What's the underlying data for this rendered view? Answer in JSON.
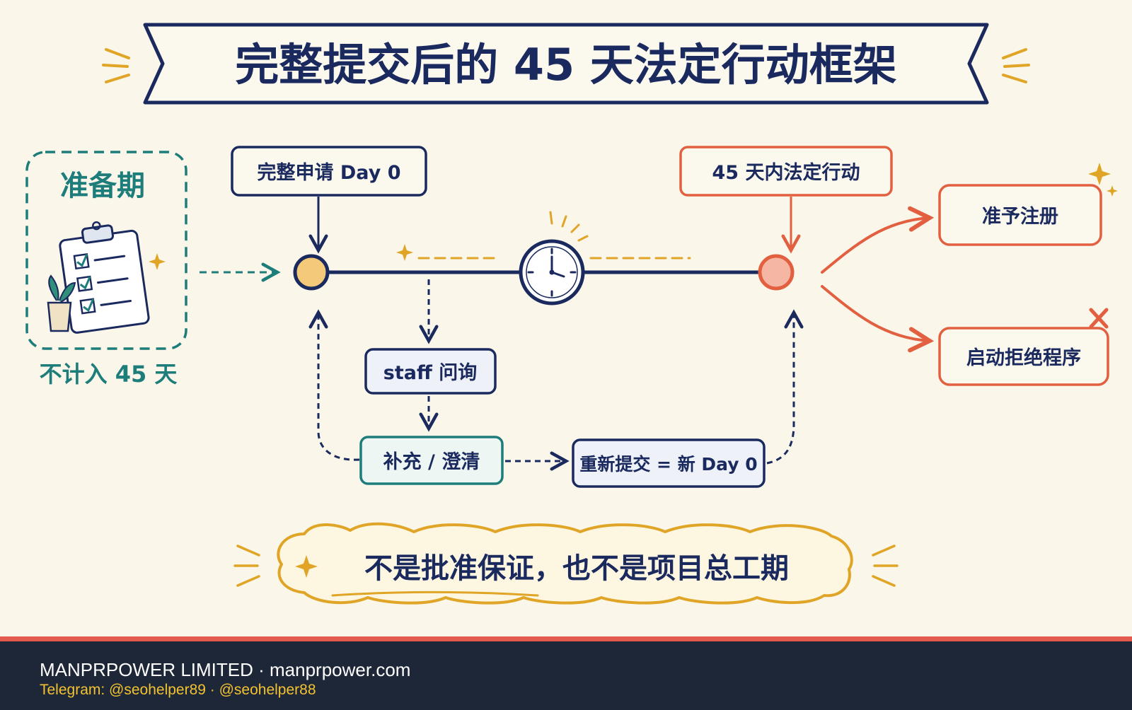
{
  "title": "完整提交后的 45 天法定行动框架",
  "prep": {
    "label": "准备期",
    "caption": "不计入 45 天"
  },
  "nodes": {
    "day0": "完整申请 Day 0",
    "legal_action": "45 天内法定行动",
    "staff_inquiry": "staff 问询",
    "supplement": "补充 / 澄清",
    "resubmit": "重新提交 = 新 Day 0",
    "grant": "准予注册",
    "reject": "启动拒绝程序"
  },
  "callout": "不是批准保证，也不是项目总工期",
  "footer": {
    "company": "MANPRPOWER LIMITED · manprpower.com",
    "contacts": "Telegram: @seohelper89 · @seohelper88"
  },
  "icons": {
    "clipboard": "clipboard-checklist-icon",
    "plant": "potted-plant-icon",
    "clock": "clock-icon",
    "sparkle": "sparkle-icon",
    "cross": "cross-icon"
  },
  "colors": {
    "navy": "#1b2a5e",
    "teal": "#1d7d7a",
    "orange": "#e2603f",
    "gold": "#e0a526",
    "start_node_fill": "#f4c97a",
    "end_node_fill": "#f6b6a4",
    "background": "#faf6ea",
    "footer_bg": "#1e2738",
    "footer_stripe": "#e45a4f"
  }
}
